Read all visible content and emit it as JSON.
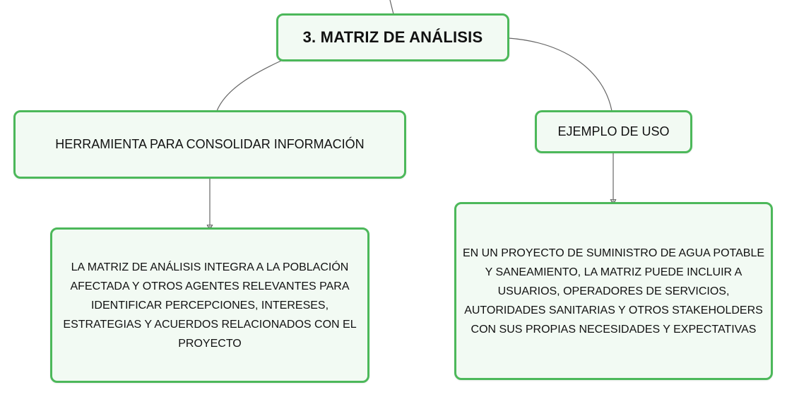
{
  "diagram": {
    "root": {
      "label": "3. MATRIZ DE ANÁLISIS"
    },
    "left_branch": {
      "label": "HERRAMIENTA PARA CONSOLIDAR INFORMACIÓN",
      "detail": "LA MATRIZ DE ANÁLISIS INTEGRA A LA POBLACIÓN AFECTADA Y OTROS AGENTES RELEVANTES PARA IDENTIFICAR PERCEPCIONES, INTERESES, ESTRATEGIAS Y ACUERDOS RELACIONADOS CON EL PROYECTO"
    },
    "right_branch": {
      "label": "EJEMPLO DE USO",
      "detail": "EN UN PROYECTO DE SUMINISTRO DE AGUA POTABLE Y SANEAMIENTO, LA MATRIZ PUEDE INCLUIR A USUARIOS, OPERADORES DE SERVICIOS, AUTORIDADES SANITARIAS Y OTROS STAKEHOLDERS CON SUS PROPIAS NECESIDADES Y EXPECTATIVAS"
    },
    "colors": {
      "node_border": "#4cb85a",
      "node_fill": "#f2faf3",
      "connector": "#666666",
      "text": "#111111"
    }
  }
}
